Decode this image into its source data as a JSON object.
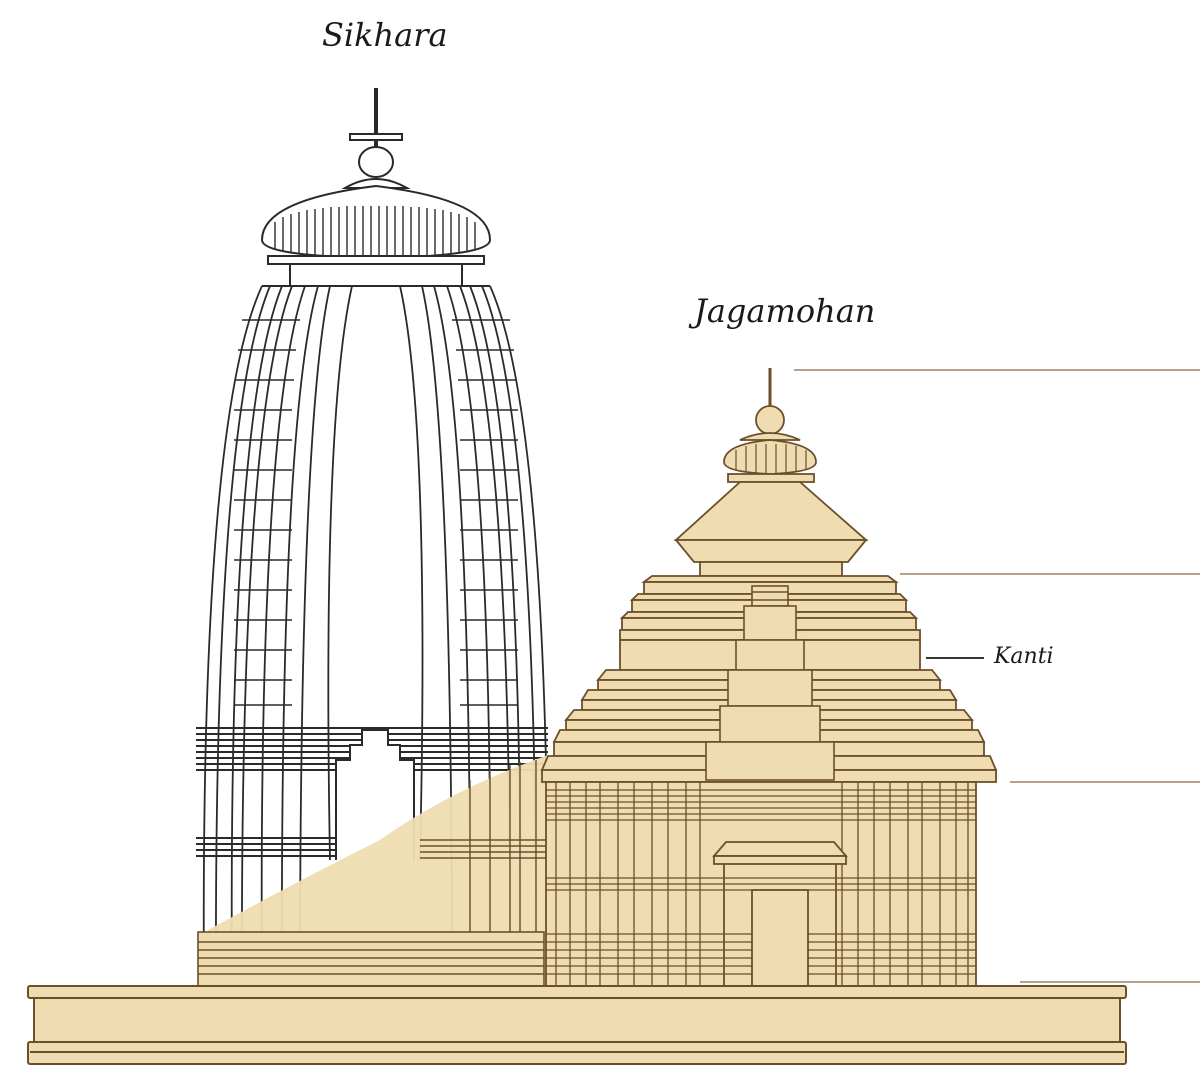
{
  "diagram": {
    "labels": {
      "sikhara": "Sikhara",
      "jagamohan": "Jagamohan",
      "kanti": "Kanti"
    },
    "colors": {
      "fill": "#efdcb0",
      "ink": "#2a2a2a",
      "brown_ink": "#6b4f2c",
      "leader": "#a08060",
      "background": "#ffffff"
    }
  }
}
